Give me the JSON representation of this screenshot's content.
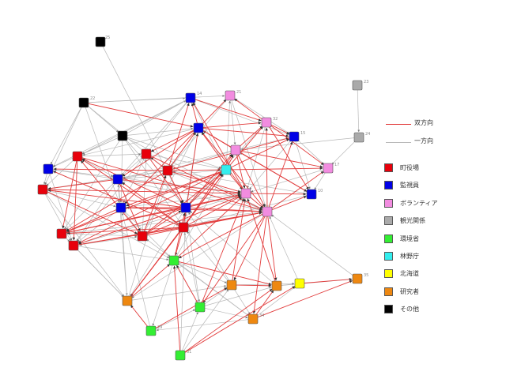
{
  "colors": {
    "town_office": "#e8000b",
    "inspector": "#0000e6",
    "volunteer": "#f28ce0",
    "tourism": "#aaaaaa",
    "env_ministry": "#33ee33",
    "forestry": "#33eeee",
    "hokkaido": "#ffff00",
    "researcher": "#ee8811",
    "other": "#000000",
    "edge_bidirectional": "#e23c3c",
    "edge_oneway": "#b8b8b8"
  },
  "legend": {
    "edge_types": [
      {
        "label": "双方向",
        "color": "#e23c3c"
      },
      {
        "label": "一方向",
        "color": "#b8b8b8"
      }
    ],
    "node_types": [
      {
        "label": "町役場",
        "color": "#e8000b"
      },
      {
        "label": "監視員",
        "color": "#0000e6"
      },
      {
        "label": "ボランティア",
        "color": "#f28ce0"
      },
      {
        "label": "観光関係",
        "color": "#aaaaaa"
      },
      {
        "label": "環境省",
        "color": "#33ee33"
      },
      {
        "label": "林野庁",
        "color": "#33eeee"
      },
      {
        "label": "北海道",
        "color": "#ffff00"
      },
      {
        "label": "研究者",
        "color": "#ee8811"
      },
      {
        "label": "その他",
        "color": "#000000"
      }
    ]
  },
  "nodes": [
    {
      "id": "n25",
      "label": "25",
      "group": "other"
    },
    {
      "id": "n22",
      "label": "22",
      "group": "other"
    },
    {
      "id": "n14",
      "label": "14",
      "group": "inspector"
    },
    {
      "id": "n21",
      "label": "21",
      "group": "volunteer"
    },
    {
      "id": "n23",
      "label": "23",
      "group": "tourism"
    },
    {
      "id": "n16",
      "label": "",
      "group": "inspector"
    },
    {
      "id": "n32",
      "label": "32",
      "group": "volunteer"
    },
    {
      "id": "n15",
      "label": "15",
      "group": "inspector"
    },
    {
      "id": "n24",
      "label": "24",
      "group": "tourism"
    },
    {
      "id": "nO2",
      "label": "",
      "group": "other"
    },
    {
      "id": "nR3",
      "label": "",
      "group": "town_office"
    },
    {
      "id": "nR4",
      "label": "",
      "group": "town_office"
    },
    {
      "id": "nP3",
      "label": "",
      "group": "volunteer"
    },
    {
      "id": "n17",
      "label": "17",
      "group": "volunteer"
    },
    {
      "id": "nB4",
      "label": "",
      "group": "inspector"
    },
    {
      "id": "nR5",
      "label": "",
      "group": "town_office"
    },
    {
      "id": "nC1",
      "label": "",
      "group": "forestry"
    },
    {
      "id": "nB5",
      "label": "",
      "group": "inspector"
    },
    {
      "id": "nR6",
      "label": "",
      "group": "town_office"
    },
    {
      "id": "nP4",
      "label": "",
      "group": "volunteer"
    },
    {
      "id": "n10",
      "label": "10",
      "group": "inspector"
    },
    {
      "id": "nB6",
      "label": "",
      "group": "inspector"
    },
    {
      "id": "nB7",
      "label": "",
      "group": "inspector"
    },
    {
      "id": "nP5",
      "label": "",
      "group": "volunteer"
    },
    {
      "id": "nR7",
      "label": "",
      "group": "town_office"
    },
    {
      "id": "nR8",
      "label": "",
      "group": "town_office"
    },
    {
      "id": "nR9",
      "label": "",
      "group": "town_office"
    },
    {
      "id": "nR10",
      "label": "",
      "group": "town_office"
    },
    {
      "id": "nG1",
      "label": "",
      "group": "env_ministry"
    },
    {
      "id": "nO3",
      "label": "",
      "group": "researcher"
    },
    {
      "id": "nO4",
      "label": "",
      "group": "researcher"
    },
    {
      "id": "nY1",
      "label": "",
      "group": "hokkaido"
    },
    {
      "id": "n35",
      "label": "35",
      "group": "researcher"
    },
    {
      "id": "nO5",
      "label": "",
      "group": "researcher"
    },
    {
      "id": "nG2",
      "label": "",
      "group": "env_ministry"
    },
    {
      "id": "n34",
      "label": "34",
      "group": "researcher"
    },
    {
      "id": "n29",
      "label": "29",
      "group": "env_ministry"
    },
    {
      "id": "n31",
      "label": "31",
      "group": "env_ministry"
    }
  ]
}
